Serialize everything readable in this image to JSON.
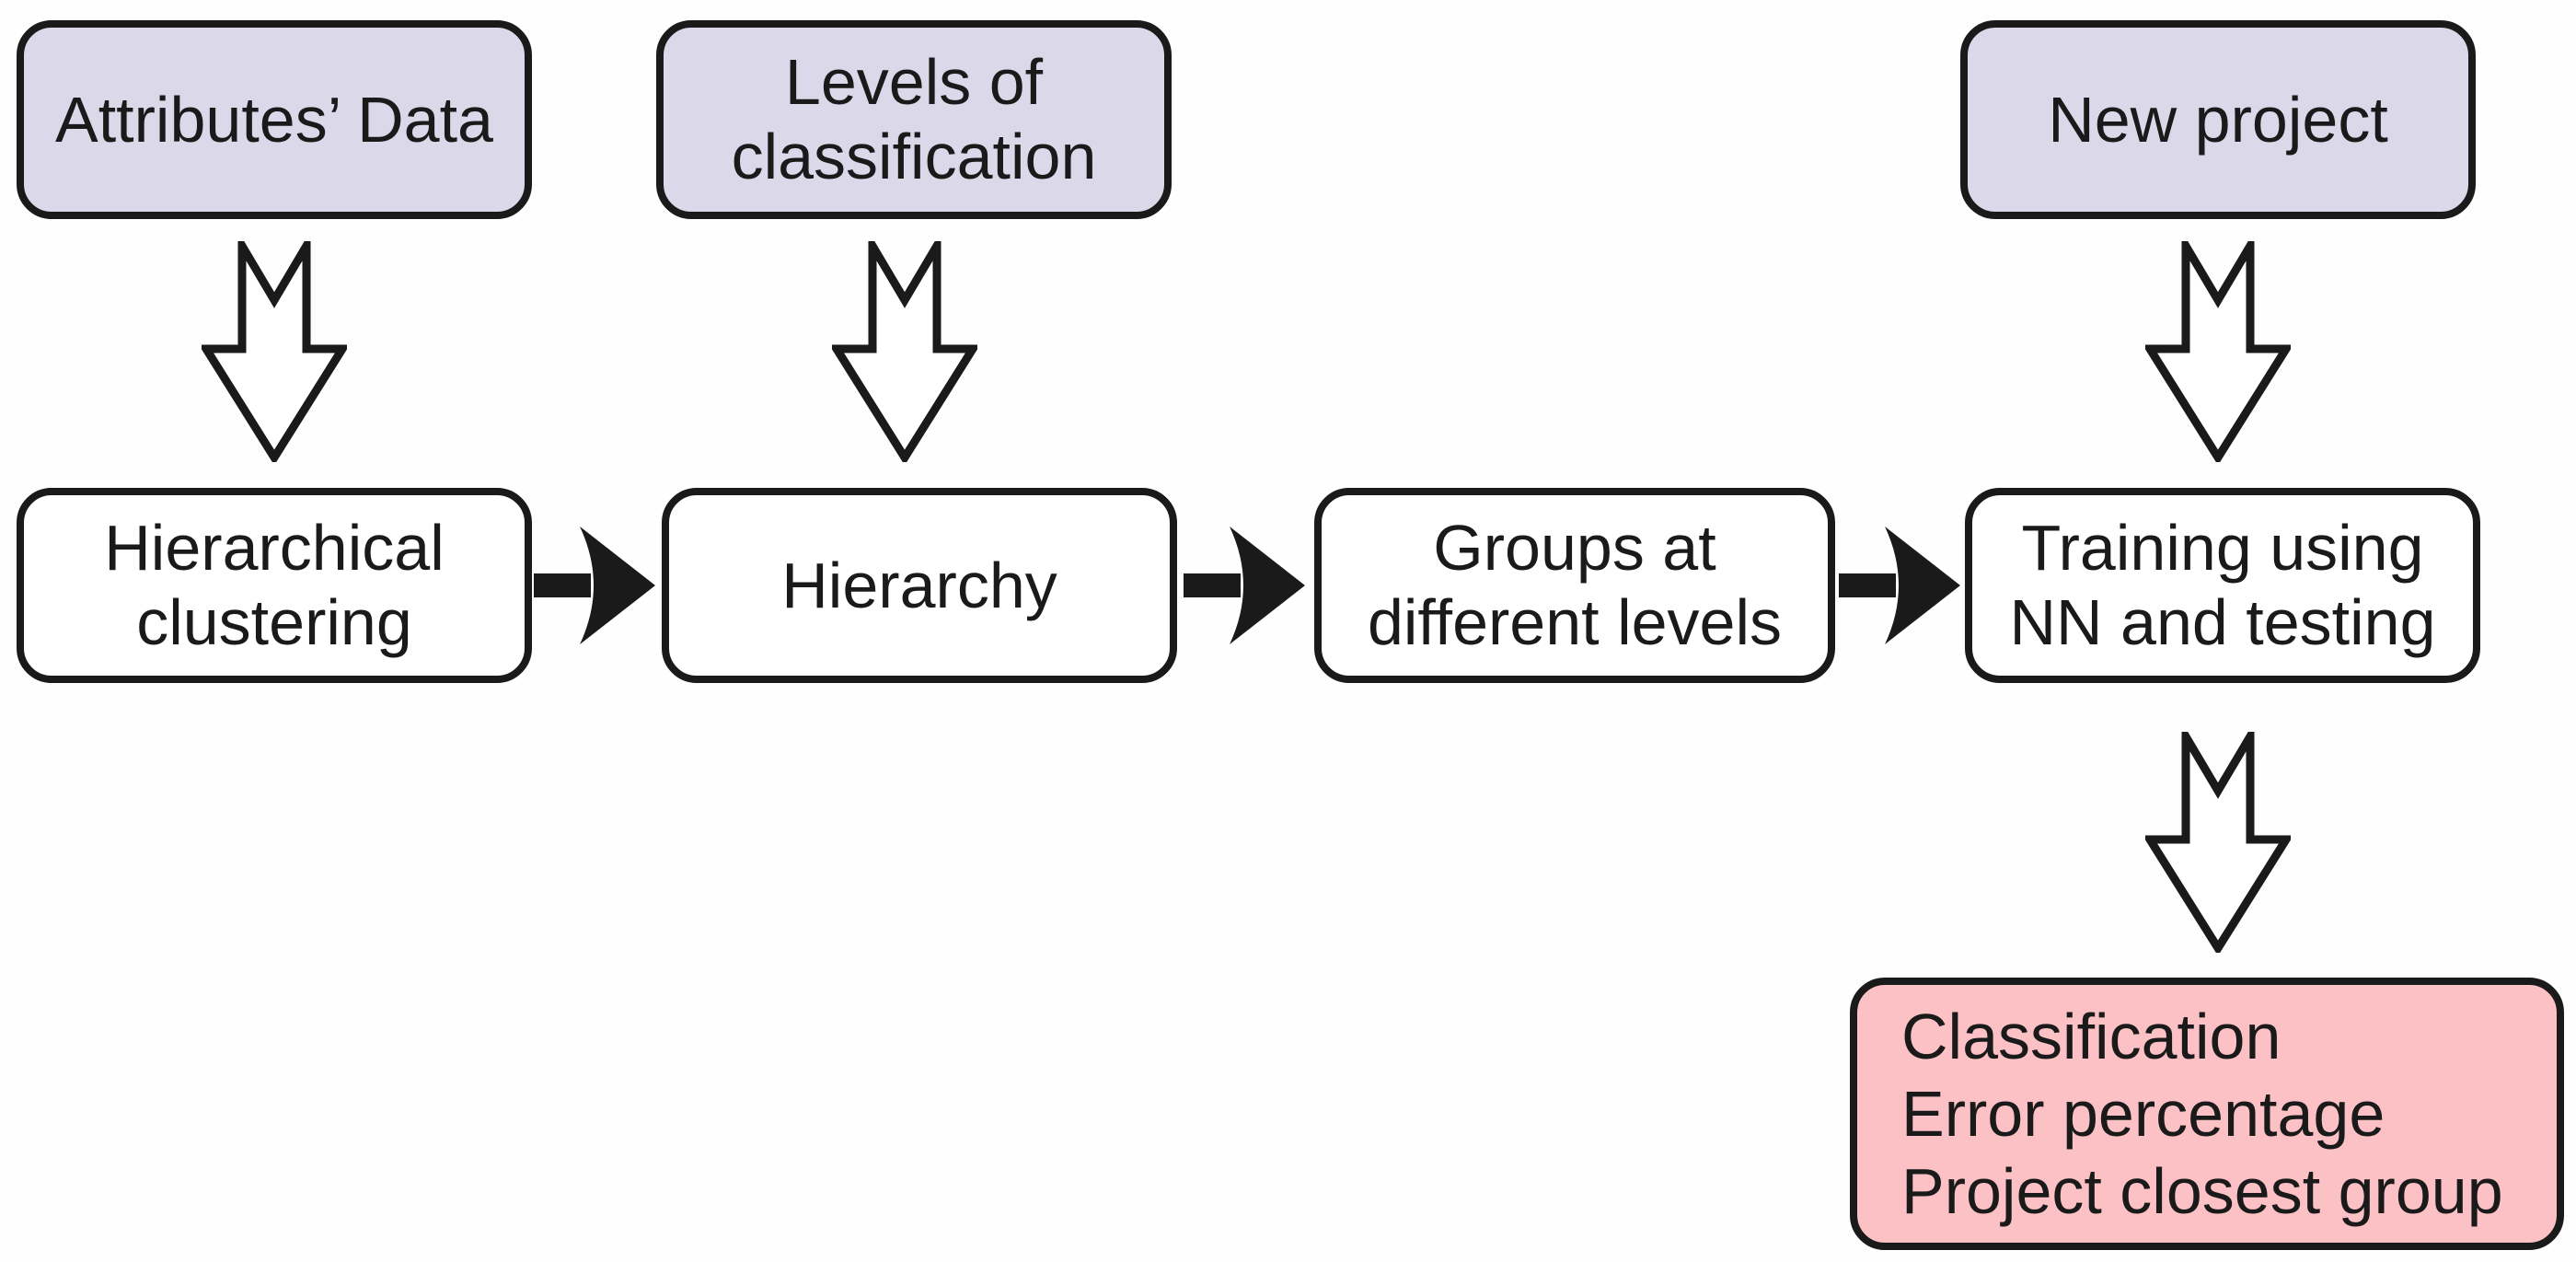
{
  "figure": {
    "type": "flowchart",
    "background": "#fefefe",
    "colors": {
      "input_fill": "#dbd8ea",
      "process_fill": "#ffffff",
      "output_fill": "#fbc1c5",
      "stroke": "#1a1a1a",
      "text": "#1a1a1a"
    },
    "nodes": {
      "attributes_data": {
        "role": "input",
        "lines": [
          "Attributes’ Data"
        ]
      },
      "levels_of_classification": {
        "role": "input",
        "lines": [
          "Levels of",
          "classification"
        ]
      },
      "new_project": {
        "role": "input",
        "lines": [
          "New project"
        ]
      },
      "hierarchical_clustering": {
        "role": "process",
        "lines": [
          "Hierarchical",
          "clustering"
        ]
      },
      "hierarchy": {
        "role": "process",
        "lines": [
          "Hierarchy"
        ]
      },
      "groups_at_levels": {
        "role": "process",
        "lines": [
          "Groups at",
          "different levels"
        ]
      },
      "training_nn": {
        "role": "process",
        "lines": [
          "Training using",
          "NN and testing"
        ]
      },
      "results": {
        "role": "output",
        "lines": [
          "Classification",
          "Error percentage",
          "Project closest group"
        ]
      }
    },
    "edges": [
      {
        "from": "attributes_data",
        "to": "hierarchical_clustering",
        "style": "hollow-down-arrow"
      },
      {
        "from": "levels_of_classification",
        "to": "hierarchy",
        "style": "hollow-down-arrow"
      },
      {
        "from": "new_project",
        "to": "training_nn",
        "style": "hollow-down-arrow"
      },
      {
        "from": "hierarchical_clustering",
        "to": "hierarchy",
        "style": "solid-right-arrow"
      },
      {
        "from": "hierarchy",
        "to": "groups_at_levels",
        "style": "solid-right-arrow"
      },
      {
        "from": "groups_at_levels",
        "to": "training_nn",
        "style": "solid-right-arrow"
      },
      {
        "from": "training_nn",
        "to": "results",
        "style": "hollow-down-arrow"
      }
    ]
  }
}
